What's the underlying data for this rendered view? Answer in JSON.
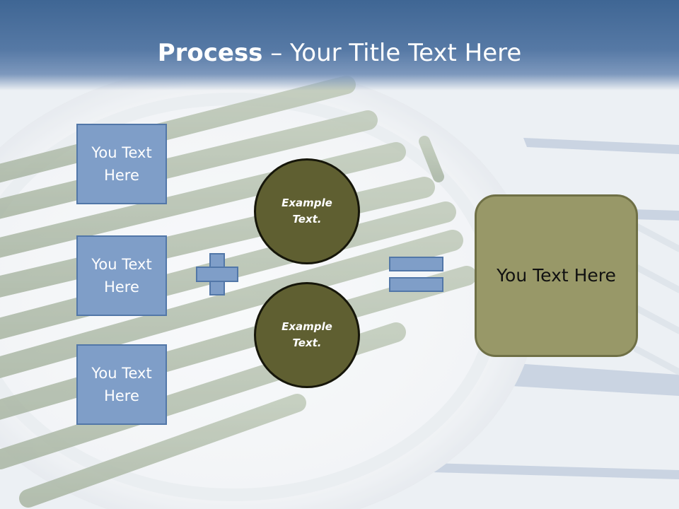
{
  "title": {
    "bold": "Process",
    "rest": " – Your Title Text Here"
  },
  "left_boxes": [
    {
      "label": "You Text Here"
    },
    {
      "label": "You Text Here"
    },
    {
      "label": "You Text Here"
    }
  ],
  "operator_plus": "plus-icon",
  "circles": [
    {
      "label": "Example Text."
    },
    {
      "label": "Example Text."
    }
  ],
  "operator_equals": "equals-icon",
  "result_box": {
    "label": "You Text Here"
  },
  "colors": {
    "title_bar": "#4a6f9c",
    "box_fill": "#7f9ec8",
    "box_border": "#5277a8",
    "circle_fill": "#5f5f31",
    "result_fill": "#989868"
  }
}
